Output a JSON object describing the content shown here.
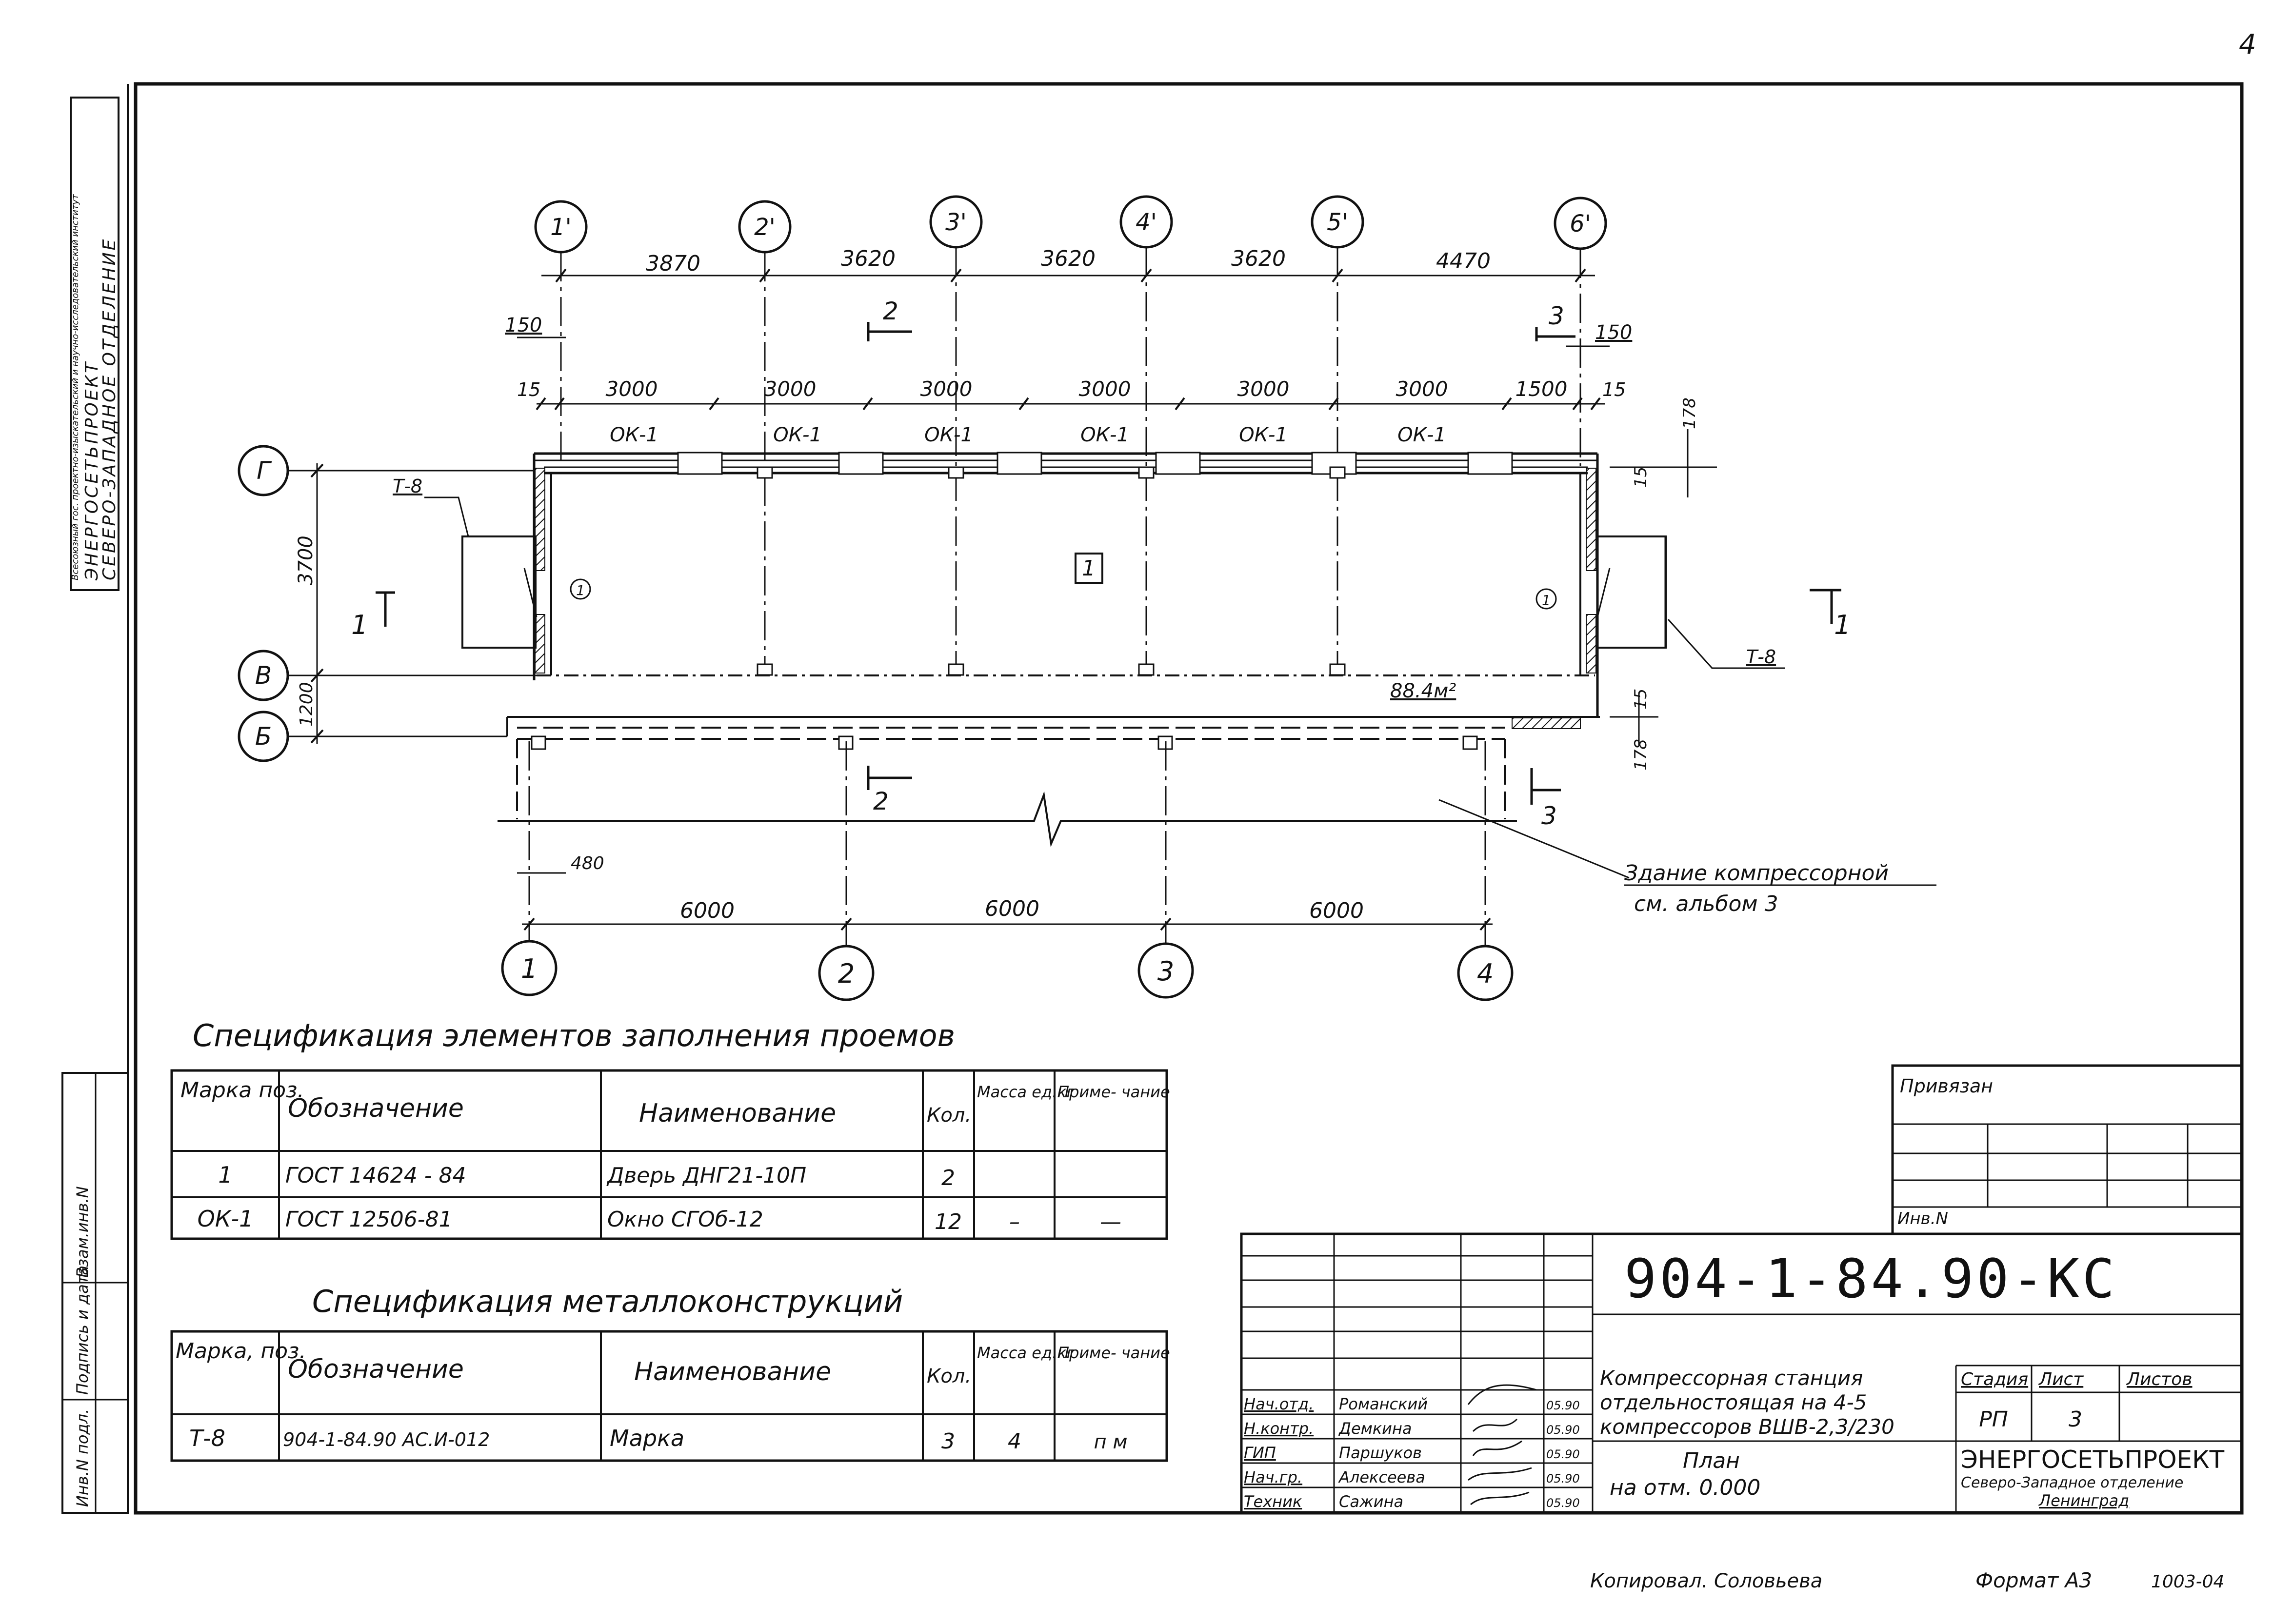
{
  "sheet": {
    "page_number": "4",
    "org_stamp": {
      "line1": "Всесоюзный гос. проектно-изыскательский и научно-исследовательский институт",
      "line2": "ЭНЕРГОСЕТЬПРОЕКТ",
      "line3": "СЕВЕРО-ЗАПАДНОЕ ОТДЕЛЕНИЕ"
    },
    "side_labels": [
      "Инв.N подл.",
      "Подпись и дата",
      "Взам.инв.N"
    ],
    "footer_left": "Копировал. Соловьева",
    "footer_right": "Формат А3",
    "footer_code": "1003-04"
  },
  "plan": {
    "axes_top": [
      "1'",
      "2'",
      "3'",
      "4'",
      "5'",
      "6'"
    ],
    "axes_bottom": [
      "1",
      "2",
      "3",
      "4"
    ],
    "axes_rows": [
      "Г",
      "В",
      "Б"
    ],
    "dims_top": [
      "3870",
      "3620",
      "3620",
      "3620",
      "4470"
    ],
    "dims_windows": [
      "3000",
      "3000",
      "3000",
      "3000",
      "3000",
      "3000",
      "1500"
    ],
    "dims_edge": [
      "15",
      "15"
    ],
    "dims_150": [
      "150",
      "150"
    ],
    "window_marks": [
      "ОК-1",
      "ОК-1",
      "ОК-1",
      "ОК-1",
      "ОК-1",
      "ОК-1"
    ],
    "dims_bottom": [
      "6000",
      "6000",
      "6000"
    ],
    "dim_480": "480",
    "dims_left": [
      "3700",
      "1200"
    ],
    "dims_right": [
      "178",
      "15",
      "15",
      "178"
    ],
    "section_marks": [
      "1",
      "1",
      "2",
      "2",
      "3",
      "3"
    ],
    "bracket_labels": [
      "Т-8",
      "Т-8"
    ],
    "door_marks": [
      "1",
      "1"
    ],
    "room_number": "1",
    "area": "88.4м²",
    "note_line1": "Здание компрессорной",
    "note_line2": "см. альбом 3"
  },
  "spec1": {
    "title": "Спецификация элементов заполнения проемов",
    "headers": [
      "Марка поз.",
      "Обозначение",
      "Наименование",
      "Кол.",
      "Масса ед.кг",
      "Приме- чание"
    ],
    "rows": [
      [
        "1",
        "ГОСТ 14624 - 84",
        "Дверь ДНГ21-10П",
        "2",
        "",
        ""
      ],
      [
        "ОК-1",
        "ГОСТ 12506-81",
        "Окно СГОб-12",
        "12",
        "–",
        "—"
      ]
    ]
  },
  "spec2": {
    "title": "Спецификация металлоконструкций",
    "headers": [
      "Марка, поз.",
      "Обозначение",
      "Наименование",
      "Кол.",
      "Масса ед.кг",
      "Приме- чание"
    ],
    "rows": [
      [
        "Т-8",
        "904-1-84.90 АС.И-012",
        "Марка",
        "3",
        "4",
        "п м"
      ]
    ]
  },
  "privyazan": {
    "label": "Привязан",
    "inv": "Инв.N"
  },
  "title_block": {
    "code": "904-1-84.90-КС",
    "desc_line1": "Компрессорная станция",
    "desc_line2": "отдельностоящая на 4-5",
    "desc_line3": "компрессоров ВШВ-2,3/230",
    "sheet_title_line1": "План",
    "sheet_title_line2": "на отм. 0.000",
    "stage_label": "Стадия",
    "sheet_label": "Лист",
    "sheets_label": "Листов",
    "stage": "РП",
    "sheet_no": "3",
    "org_name": "ЭНЕРГОСЕТЬПРОЕКТ",
    "org_sub1": "Северо-Западное отделение",
    "org_sub2": "Ленинград",
    "signers": [
      {
        "role": "Нач.отд.",
        "name": "Романский",
        "date": "05.90"
      },
      {
        "role": "Н.контр.",
        "name": "Демкина",
        "date": "05.90"
      },
      {
        "role": "ГИП",
        "name": "Паршуков",
        "date": "05.90"
      },
      {
        "role": "Нач.гр.",
        "name": "Алексеева",
        "date": "05.90"
      },
      {
        "role": "Техник",
        "name": "Сажина",
        "date": "05.90"
      }
    ]
  }
}
